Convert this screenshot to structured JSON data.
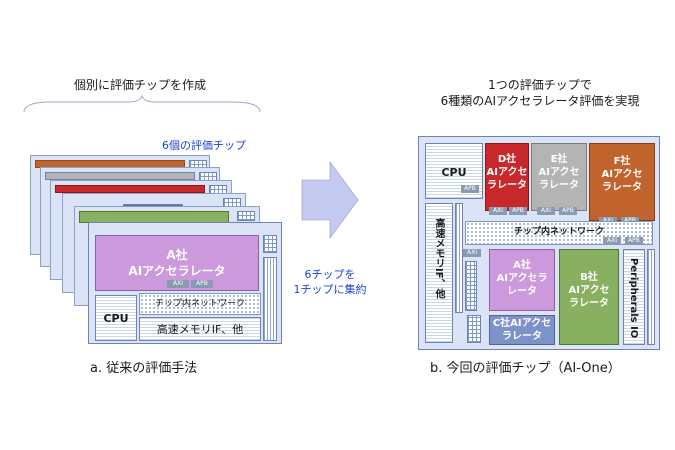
{
  "left": {
    "title": "個別に評価チップを作成",
    "chips_label": "6個の評価チップ",
    "front_chip": {
      "accel_lines": [
        "A社",
        "AIアクセラレータ"
      ],
      "axi": "AXI",
      "apb": "APB",
      "noc": "チップ内ネットワーク",
      "cpu": "CPU",
      "mem": "高速メモリIF、他"
    },
    "caption": "a. 従来の評価手法"
  },
  "arrow": {
    "lines": [
      "6チップを",
      "1チップに集約"
    ]
  },
  "right": {
    "title_lines": [
      "1つの評価チップで",
      "6種類のAIアクセラレータ評価を実現"
    ],
    "cpu": "CPU",
    "mem": "高速メモリIF、他",
    "noc": "チップ内ネットワーク",
    "peripherals": "Peripherals IO",
    "d_lines": [
      "D社",
      "AIアクセ",
      "ラレータ"
    ],
    "e_lines": [
      "E社",
      "AIアクセ",
      "ラレータ"
    ],
    "f_lines": [
      "F社",
      "AIアクセ",
      "ラレータ"
    ],
    "a_lines": [
      "A社",
      "AIアクセラ",
      "レータ"
    ],
    "b_lines": [
      "B社",
      "AIアクセ",
      "ラレータ"
    ],
    "c_lines": [
      "C社AIアクセ",
      "ラレータ"
    ],
    "axi": "AXI",
    "apb": "APB",
    "caption": "b. 今回の評価チップ（AI-One）"
  },
  "colors": {
    "text_blue": "#1f3fd6",
    "arrow": "#c4c9ef",
    "chip_bg": "#dbe4f6",
    "accel_a": "#cc99dd",
    "accel_b": "#88b060",
    "accel_c": "#7d92c8",
    "accel_d": "#c8282a",
    "accel_e": "#b4b4b4",
    "accel_f": "#c0632c"
  }
}
